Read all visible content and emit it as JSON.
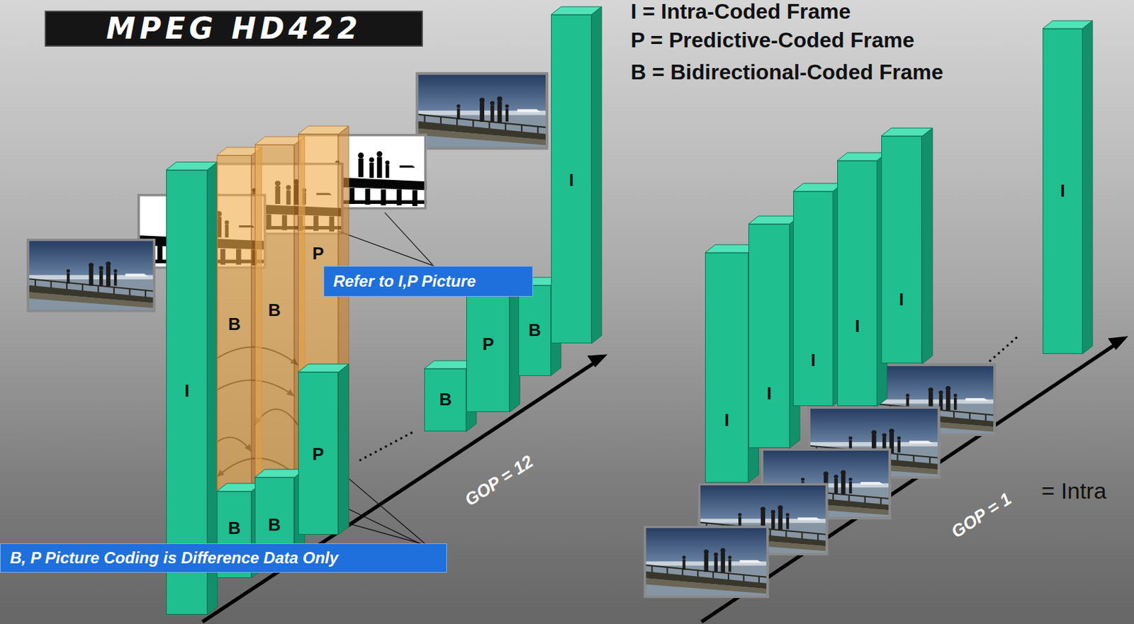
{
  "diagram": {
    "title": "MPEG HD422",
    "nodes": [
      {
        "text": [
          "I"
        ]
      },
      {
        "text": [
          "B"
        ]
      },
      {
        "text": [
          "B"
        ]
      },
      {
        "text": [
          "P"
        ]
      },
      {
        "text": [
          "B"
        ]
      },
      {
        "text": [
          "B"
        ]
      },
      {
        "text": [
          "P"
        ]
      },
      {
        "text": [
          "B"
        ]
      },
      {
        "text": [
          "P"
        ]
      },
      {
        "text": [
          "B"
        ]
      },
      {
        "text": [
          "I"
        ]
      },
      {
        "text": [
          "I"
        ]
      },
      {
        "text": [
          "I"
        ]
      },
      {
        "text": [
          "I"
        ]
      },
      {
        "text": [
          "I"
        ]
      },
      {
        "text": [
          "I"
        ]
      },
      {
        "text": [
          "I"
        ]
      },
      {
        "text": [
          "Refer to I,P Picture"
        ]
      },
      {
        "text": [
          "B, P Picture Coding is Difference Data Only"
        ]
      }
    ],
    "edges": [
      {
        "from": 0,
        "to": 3,
        "arrow": "to"
      },
      {
        "from": 0,
        "to": 2,
        "arrow": "to"
      },
      {
        "from": 3,
        "to": 2,
        "arrow": "to"
      },
      {
        "from": 0,
        "to": 1,
        "arrow": "to"
      },
      {
        "from": 3,
        "to": 1,
        "arrow": "to"
      },
      {
        "from": 17,
        "to": 3,
        "arrow": "none"
      },
      {
        "from": 18,
        "to": 4,
        "arrow": "none"
      },
      {
        "from": 18,
        "to": 5,
        "arrow": "none"
      },
      {
        "from": 18,
        "to": 6,
        "arrow": "none"
      }
    ],
    "labels": [
      "I = Intra-Coded Frame",
      "P = Predictive-Coded Frame",
      "B = Bidirectional-Coded Frame",
      "GOP = 12",
      "GOP = 1",
      "= Intra"
    ]
  }
}
